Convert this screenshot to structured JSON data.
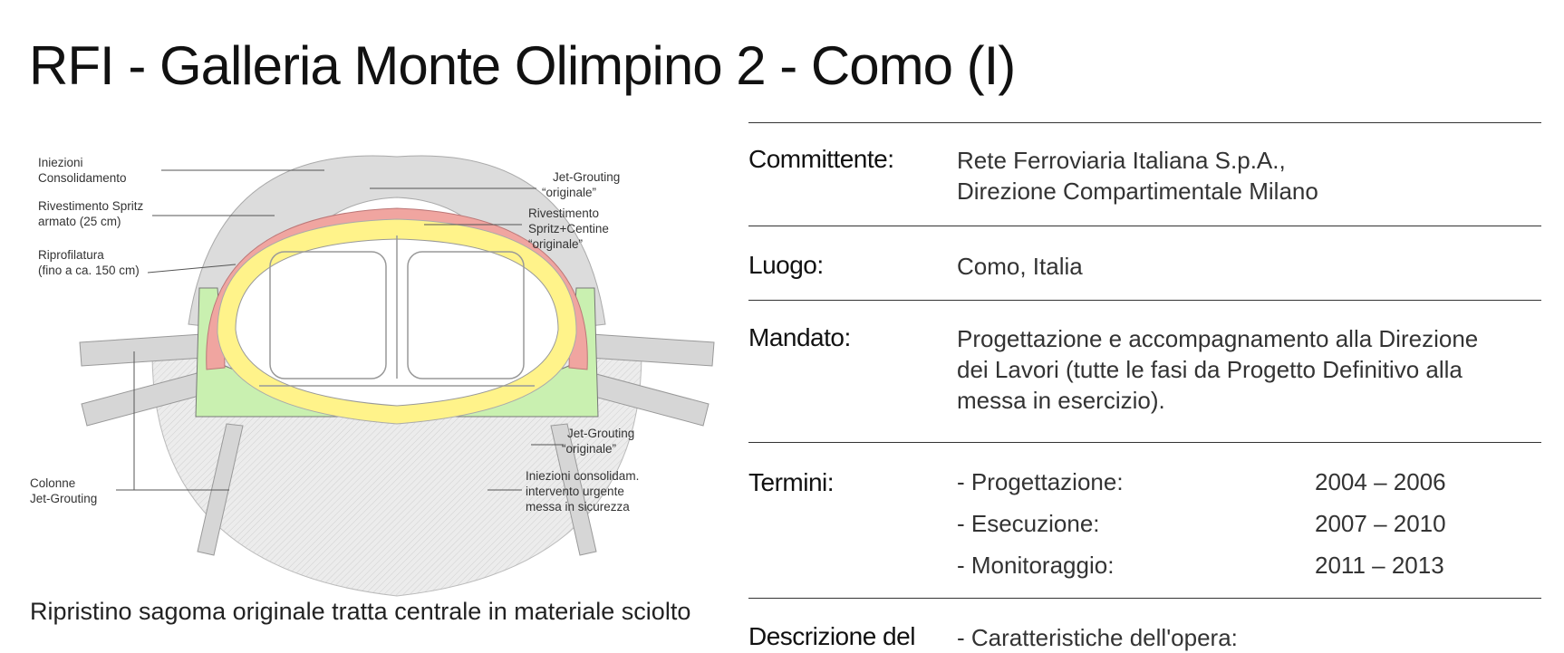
{
  "title": "RFI - Galleria Monte Olimpino 2 - Como (I)",
  "diagram": {
    "labels": {
      "iniezioni_consolidamento": [
        "Iniezioni",
        "Consolidamento"
      ],
      "rivestimento_spritz": [
        "Rivestimento Spritz",
        "armato (25 cm)"
      ],
      "riprofilatura": [
        "Riprofilatura",
        "(fino a ca. 150 cm)"
      ],
      "colonne_jet": [
        "Colonne",
        "Jet-Grouting"
      ],
      "jet_grouting_top": [
        "Jet-Grouting",
        "“originale”"
      ],
      "rivestimento_centine": [
        "Rivestimento",
        "Spritz+Centine",
        "“originale”"
      ],
      "jet_grouting_bottom": [
        "Jet-Grouting",
        "“originale”"
      ],
      "iniezioni_urgente": [
        "Iniezioni consolidam.",
        "intervento urgente",
        "messa in sicurezza"
      ]
    },
    "colors": {
      "riprofilatura": "#f0a5a0",
      "rivestimento": "#fff38a",
      "invert": "#c9f0b0",
      "consolidation": "#e6e6e6"
    }
  },
  "caption": "Ripristino sagoma originale tratta centrale in materiale sciolto",
  "info": {
    "committente": {
      "label": "Committente:",
      "lines": [
        "Rete Ferroviaria Italiana S.p.A.,",
        "Direzione Compartimentale Milano"
      ]
    },
    "luogo": {
      "label": "Luogo:",
      "value": "Como, Italia"
    },
    "mandato": {
      "label": "Mandato:",
      "lines": [
        "Progettazione e accompagnamento alla Direzione",
        "dei Lavori (tutte le fasi da Progetto Definitivo alla",
        "messa in esercizio)."
      ]
    },
    "termini": {
      "label": "Termini:",
      "items": [
        {
          "name": "- Progettazione:",
          "dates": "2004 – 2006"
        },
        {
          "name": "- Esecuzione:",
          "dates": "2007 – 2010"
        },
        {
          "name": "- Monitoraggio:",
          "dates": "2011 – 2013"
        }
      ]
    },
    "descrizione": {
      "label": "Descrizione del",
      "value": "- Caratteristiche dell'opera:"
    }
  }
}
